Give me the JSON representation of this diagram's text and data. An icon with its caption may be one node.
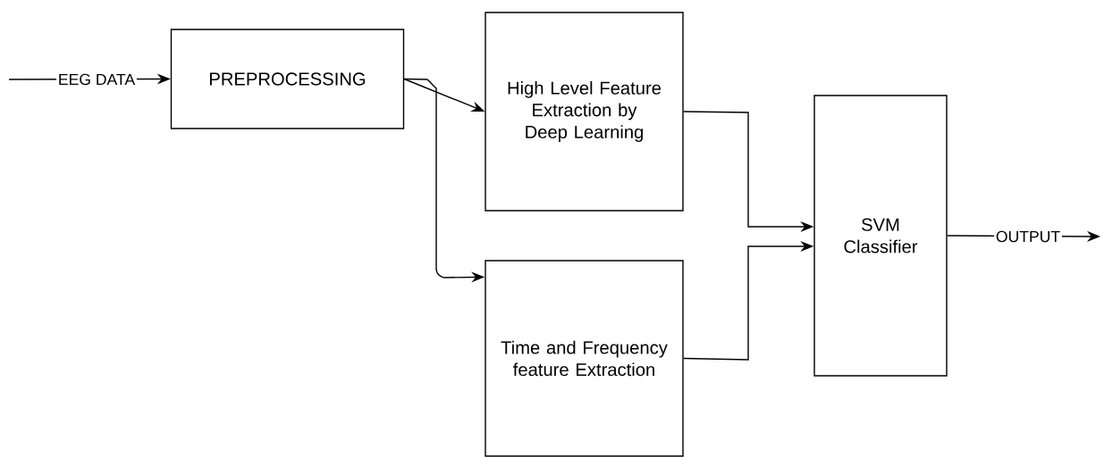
{
  "diagram": {
    "nodes": [
      {
        "text": [
          "PREPROCESSING"
        ]
      },
      {
        "text": [
          "High Level Feature Extraction by Deep Learning"
        ]
      },
      {
        "text": [
          "Time and Frequency feature Extraction"
        ]
      },
      {
        "text": [
          "SVM Classifier"
        ]
      }
    ],
    "edges": [
      {
        "from": null,
        "to": 0,
        "arrow": "to",
        "label": "EEG DATA"
      },
      {
        "from": 0,
        "to": 1,
        "arrow": "to"
      },
      {
        "from": 0,
        "to": 2,
        "arrow": "to"
      },
      {
        "from": 1,
        "to": 3,
        "arrow": "to"
      },
      {
        "from": 2,
        "to": 3,
        "arrow": "to"
      },
      {
        "from": 3,
        "to": null,
        "arrow": "to",
        "label": "OUTPUT"
      }
    ]
  }
}
